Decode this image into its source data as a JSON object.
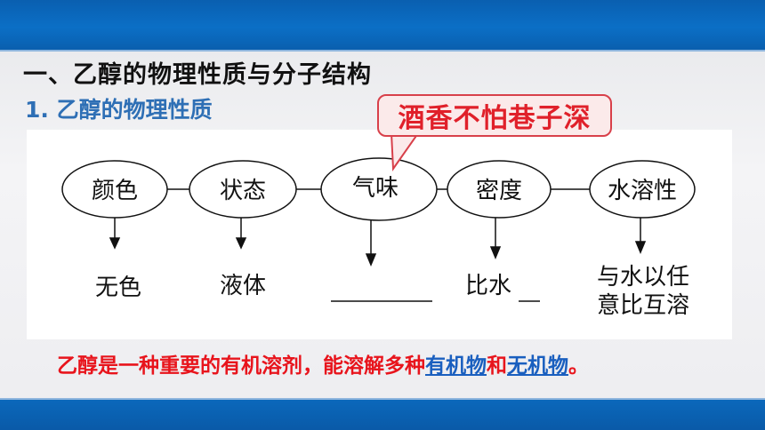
{
  "heading": "一、乙醇的物理性质与分子结构",
  "subheading": "1. 乙醇的物理性质",
  "callout": "酒香不怕巷子深",
  "properties": [
    {
      "label": "颜色",
      "value": "无色"
    },
    {
      "label": "状态",
      "value": "液体"
    },
    {
      "label": "气味",
      "value": ""
    },
    {
      "label": "密度",
      "value": "比水"
    },
    {
      "label": "水溶性",
      "value_line1": "与水以任",
      "value_line2": "意比互溶"
    }
  ],
  "summary": {
    "text_before": "乙醇是一种重要的有机溶剂，能溶解多种",
    "term1": "有机物",
    "joiner": "和",
    "term2": "无机物",
    "end": "。"
  },
  "colors": {
    "title_blue": "#2e6fb5",
    "accent_red": "#e8141c",
    "bar_blue": "#0b68bb"
  }
}
